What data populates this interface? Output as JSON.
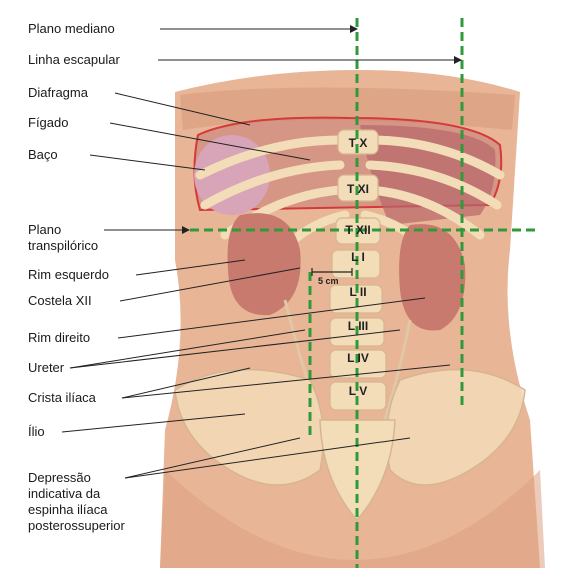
{
  "labels": {
    "plano_mediano": "Plano mediano",
    "linha_escapular": "Linha escapular",
    "diafragma": "Diafragma",
    "figado": "Fígado",
    "baco": "Baço",
    "plano_transpilorico_1": "Plano",
    "plano_transpilorico_2": "transpilórico",
    "rim_esquerdo": "Rim esquerdo",
    "costela_xii": "Costela XII",
    "rim_direito": "Rim direito",
    "ureter": "Ureter",
    "crista_iliaca": "Crista ilíaca",
    "ilio": "Ílio",
    "depressao_1": "Depressão",
    "depressao_2": "indicativa da",
    "depressao_3": "espinha ilíaca",
    "depressao_4": "posterossuperior"
  },
  "vertebrae": [
    "T X",
    "T XI",
    "T XII",
    "L I",
    "L II",
    "L III",
    "L IV",
    "L V"
  ],
  "measure": "5 cm",
  "colors": {
    "skin": "#e8b596",
    "kidney": "#c87a6e",
    "liver": "#b8676a",
    "bone": "#f3dcb8",
    "guide_line": "#2f9a3a",
    "diaphragm": "#d43a3a"
  }
}
